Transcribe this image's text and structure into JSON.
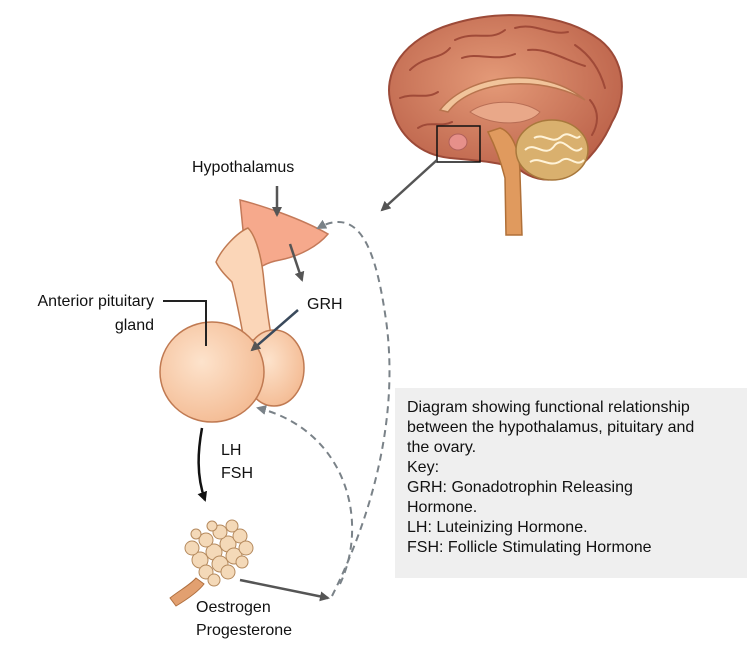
{
  "labels": {
    "hypothalamus": "Hypothalamus",
    "anterior_pituitary_line1": "Anterior pituitary",
    "anterior_pituitary_line2": "gland",
    "grh": "GRH",
    "lh": "LH",
    "fsh": "FSH",
    "oestrogen": "Oestrogen",
    "progesterone": "Progesterone"
  },
  "key_box": {
    "description_lines": [
      "Diagram showing functional relationship",
      "between the hypothalamus, pituitary and",
      "the ovary."
    ],
    "key_title": "Key:",
    "entries": [
      "GRH: Gonadotrophin Releasing",
      "Hormone.",
      "LH: Luteinizing Hormone.",
      "FSH: Follicle Stimulating Hormone"
    ]
  },
  "colors": {
    "brain": "#d2785a",
    "brain_dark": "#a6463a",
    "brainstem": "#e09a5e",
    "cerebellum": "#d9b06e",
    "gland": "#f9ceaa",
    "gland_outline": "#c07a52",
    "hypothalamus_top": "#f6a98c",
    "ovary": "#f4d9b8",
    "arrow_solid": "#555555",
    "arrow_dashed": "#7a8288",
    "key_background": "#efefef"
  }
}
